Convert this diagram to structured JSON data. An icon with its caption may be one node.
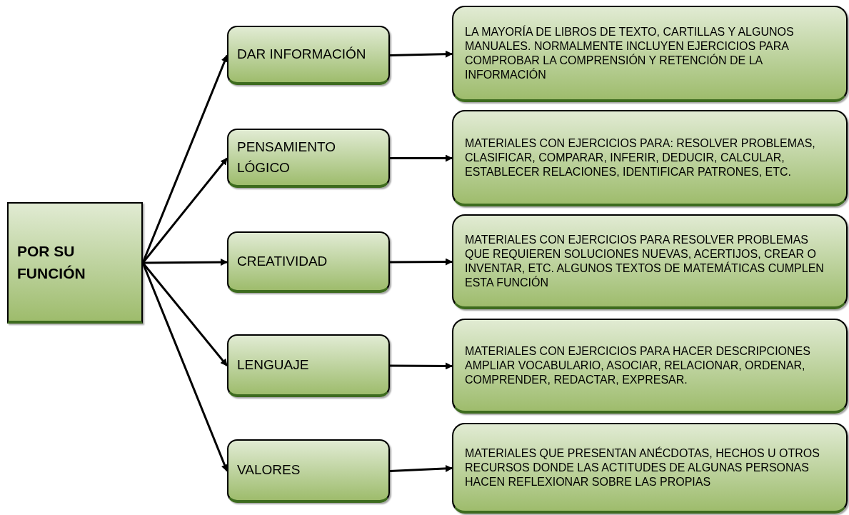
{
  "diagram": {
    "nodes": [
      {
        "text": [
          "POR SU FUNCIÓN"
        ]
      },
      {
        "text": [
          "DAR INFORMACIÓN"
        ]
      },
      {
        "text": [
          "LA MAYORÍA DE LIBROS DE TEXTO, CARTILLAS Y ALGUNOS MANUALES. NORMALMENTE INCLUYEN EJERCICIOS PARA COMPROBAR LA COMPRENSIÓN Y RETENCIÓN DE LA INFORMACIÓN"
        ]
      },
      {
        "text": [
          "PENSAMIENTO LÓGICO"
        ]
      },
      {
        "text": [
          "MATERIALES CON EJERCICIOS PARA: RESOLVER PROBLEMAS, CLASIFICAR, COMPARAR, INFERIR, DEDUCIR, CALCULAR, ESTABLECER RELACIONES, IDENTIFICAR PATRONES, ETC."
        ]
      },
      {
        "text": [
          "CREATIVIDAD"
        ]
      },
      {
        "text": [
          "MATERIALES CON EJERCICIOS PARA RESOLVER PROBLEMAS QUE REQUIEREN SOLUCIONES NUEVAS, ACERTIJOS, CREAR O INVENTAR, ETC. ALGUNOS TEXTOS DE MATEMÁTICAS CUMPLEN ESTA FUNCIÓN"
        ]
      },
      {
        "text": [
          "LENGUAJE"
        ]
      },
      {
        "text": [
          "MATERIALES CON EJERCICIOS PARA HACER DESCRIPCIONES AMPLIAR VOCABULARIO, ASOCIAR, RELACIONAR, ORDENAR, COMPRENDER, REDACTAR, EXPRESAR."
        ]
      },
      {
        "text": [
          "VALORES"
        ]
      },
      {
        "text": [
          "MATERIALES QUE PRESENTAN ANÉCDOTAS, HECHOS U OTROS RECURSOS DONDE LAS ACTITUDES DE ALGUNAS PERSONAS HACEN REFLEXIONAR SOBRE LAS PROPIAS"
        ]
      }
    ],
    "edges": [
      {
        "from": 0,
        "to": 1,
        "arrow": "to"
      },
      {
        "from": 0,
        "to": 3,
        "arrow": "to"
      },
      {
        "from": 0,
        "to": 5,
        "arrow": "to"
      },
      {
        "from": 0,
        "to": 7,
        "arrow": "to"
      },
      {
        "from": 0,
        "to": 9,
        "arrow": "to"
      },
      {
        "from": 1,
        "to": 2,
        "arrow": "to"
      },
      {
        "from": 3,
        "to": 4,
        "arrow": "to"
      },
      {
        "from": 5,
        "to": 6,
        "arrow": "to"
      },
      {
        "from": 7,
        "to": 8,
        "arrow": "to"
      },
      {
        "from": 9,
        "to": 10,
        "arrow": "to"
      }
    ]
  }
}
